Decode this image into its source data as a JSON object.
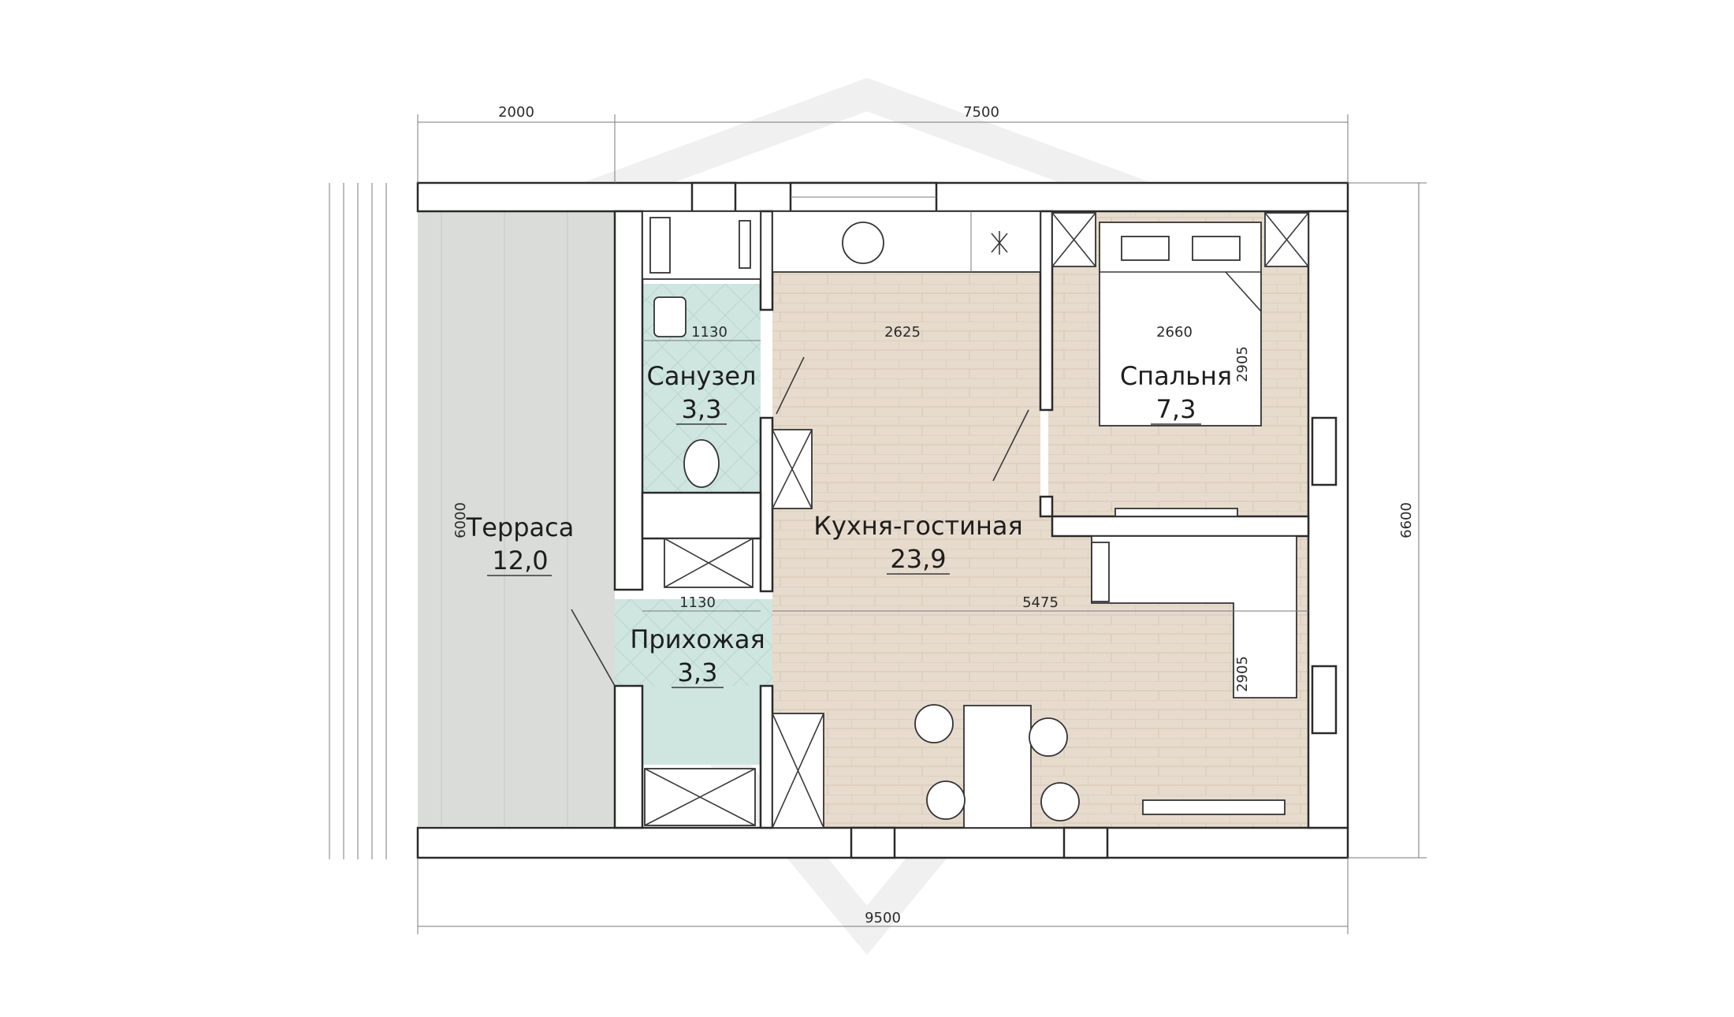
{
  "dimensions": {
    "terrace_width": "2000",
    "house_width": "7500",
    "total_width": "9500",
    "total_height": "6600",
    "terrace_height": "6000",
    "bathroom_width": "1130",
    "hall_width": "1130",
    "kitchen_upper_width": "2625",
    "kitchen_lower_width": "5475",
    "bedroom_width": "2660",
    "bedroom_depth": "2905",
    "kitchen_depth": "2905"
  },
  "rooms": {
    "terrace": {
      "name": "Терраса",
      "area": "12,0"
    },
    "bathroom": {
      "name": "Санузел",
      "area": "3,3"
    },
    "hall": {
      "name": "Прихожая",
      "area": "3,3"
    },
    "kitchen": {
      "name": "Кухня-гостиная",
      "area": "23,9"
    },
    "bedroom": {
      "name": "Спальня",
      "area": "7,3"
    }
  },
  "colors": {
    "terrace_floor": "#d9dcd9",
    "wet_floor": "#cfe6e0",
    "wood_floor": "#e6dbcd",
    "wall": "#ffffff",
    "line": "#2a2a2a"
  }
}
